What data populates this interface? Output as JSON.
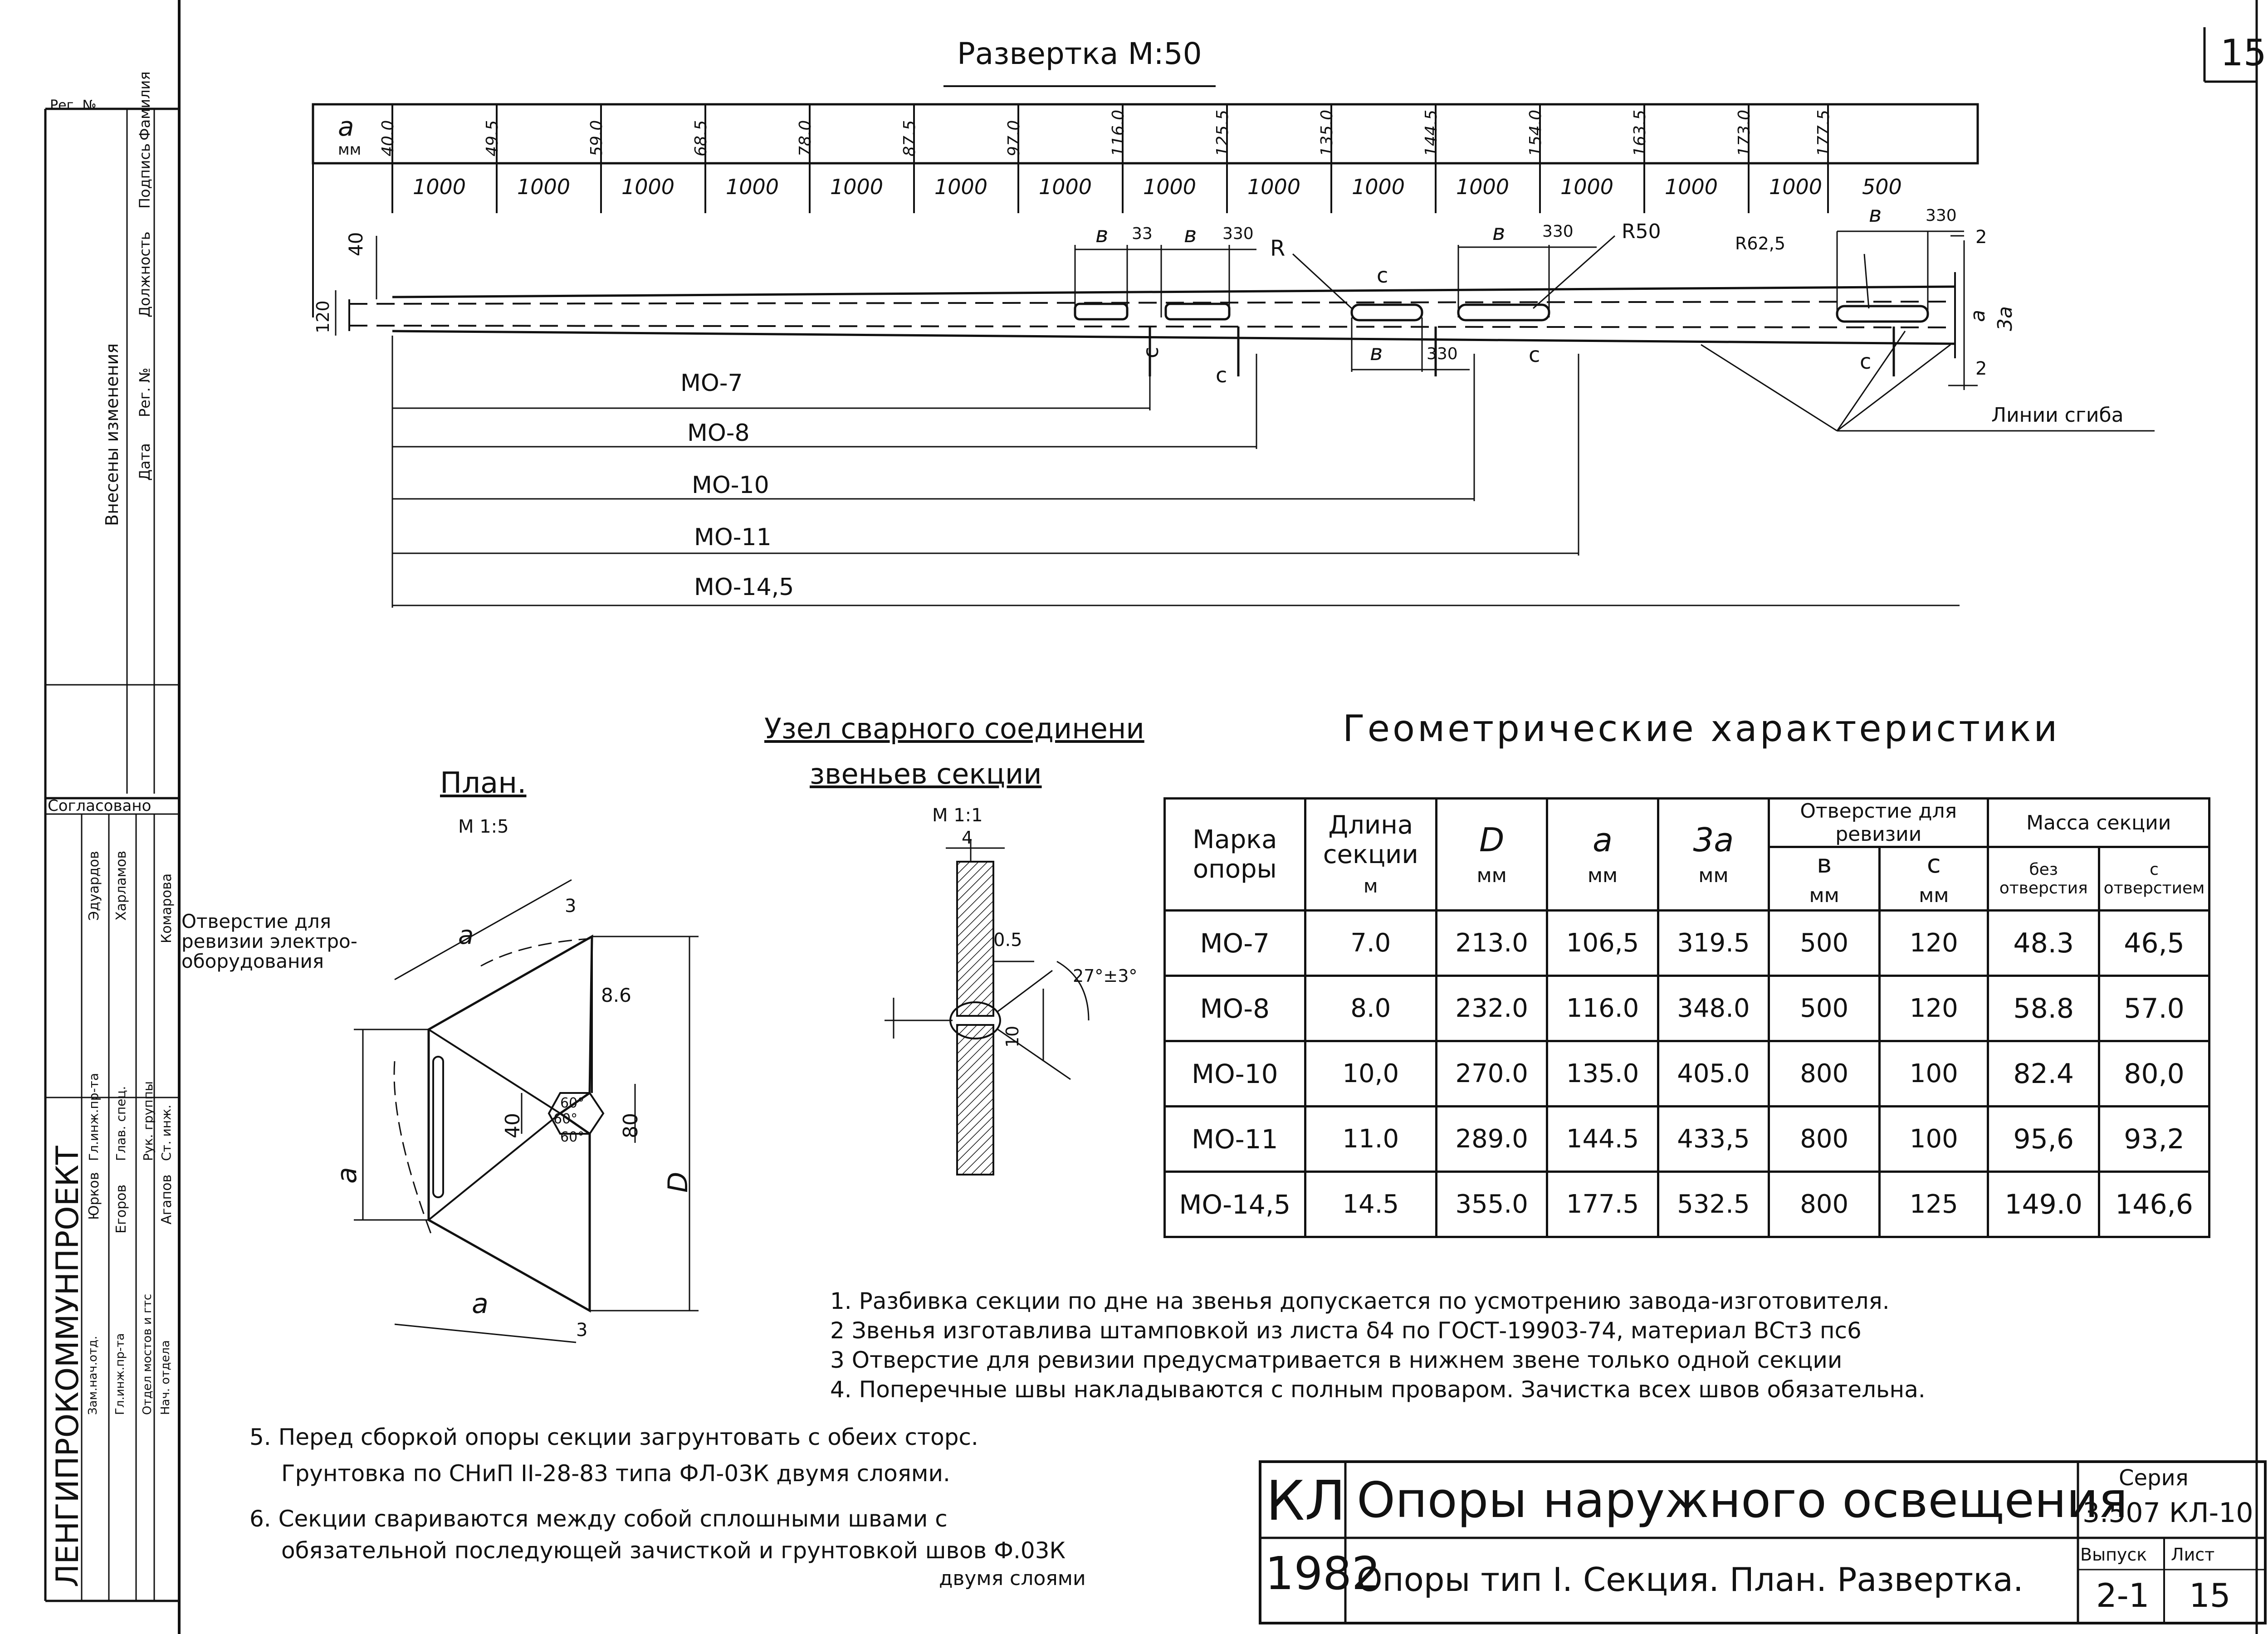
{
  "sheet_number": "15",
  "sidebar": {
    "reg_label": "Рег. №",
    "changes": "Внесены изменения",
    "date": "Дата",
    "reg_no": "Рег. №",
    "position": "Должность",
    "signature": "Подпись",
    "surname": "Фамилия",
    "agreed": "Согласовано",
    "institute": "ЛЕНГИПРОКОММУНПРОЕКТ",
    "staff_roles": [
      "Гл.инж.пр-та",
      "Глав. спец.",
      "Рук. группы",
      "Ст. инж."
    ],
    "staff_names": [
      "Эдуардов",
      "Харламов",
      "Комарова"
    ],
    "staff_roles2": [
      "Зам.нач.отд.",
      "Гл.инж.пр-та",
      "Отдел мостов и гтс",
      "Нач. отдела"
    ],
    "staff_names2": [
      "Юрков",
      "Егоров",
      "Агапов"
    ]
  },
  "development": {
    "title": "Развертка М:50",
    "a_label": "a",
    "a_unit": "мм",
    "a_values": [
      "40.0",
      "49.5",
      "59.0",
      "68.5",
      "78.0",
      "87.5",
      "97.0",
      "116.0",
      "125.5",
      "135.0",
      "144.5",
      "154.0",
      "163.5",
      "173.0",
      "177.5"
    ],
    "segment_lengths": [
      "1000",
      "1000",
      "1000",
      "1000",
      "1000",
      "1000",
      "1000",
      "1000",
      "1000",
      "1000",
      "1000",
      "1000",
      "1000",
      "1000",
      "500"
    ],
    "dim_40": "40",
    "dim_120": "120",
    "dim_330": "330",
    "dim_33": "33",
    "dim_b": "в",
    "dim_R": "R",
    "dim_R50": "R50",
    "dim_R625": "R62,5",
    "dim_c": "с",
    "dim_a": "а",
    "dim_3a": "3а",
    "dim_2": "2",
    "bend_lines": "Линии сгиба",
    "mo_labels": [
      "МО-7",
      "МО-8",
      "МО-10",
      "МО-11",
      "МО-14,5"
    ]
  },
  "plan": {
    "title": "План.",
    "scale": "М 1:5",
    "opening_note": "Отверстие для ревизии электро-оборудования",
    "dim_a": "а",
    "dim_3": "3",
    "dim_86": "8.6",
    "dim_40": "40",
    "dim_80": "80",
    "dim_D": "D",
    "angle_60": "60°"
  },
  "weld": {
    "title": "Узел сварного соединени",
    "subtitle": "звеньев секции",
    "scale": "М 1:1",
    "dim_4": "4",
    "dim_05": "0.5",
    "dim_10": "10",
    "angle": "27°±3°"
  },
  "geom": {
    "title": "Геометрические характеристики",
    "headers": {
      "mark": "Марка опоры",
      "length": "Длина секции",
      "length_unit": "м",
      "D": "D",
      "a": "а",
      "3a": "3а",
      "mm": "мм",
      "opening": "Отверстие для ревизии",
      "b": "в",
      "c": "с",
      "mass": "Масса секции",
      "without": "без отверстия",
      "with": "с отверстием"
    },
    "rows": [
      [
        "МО-7",
        "7.0",
        "213.0",
        "106,5",
        "319.5",
        "500",
        "120",
        "48.3",
        "46,5"
      ],
      [
        "МО-8",
        "8.0",
        "232.0",
        "116.0",
        "348.0",
        "500",
        "120",
        "58.8",
        "57.0"
      ],
      [
        "МО-10",
        "10,0",
        "270.0",
        "135.0",
        "405.0",
        "800",
        "100",
        "82.4",
        "80,0"
      ],
      [
        "МО-11",
        "11.0",
        "289.0",
        "144.5",
        "433,5",
        "800",
        "100",
        "95,6",
        "93,2"
      ],
      [
        "МО-14,5",
        "14.5",
        "355.0",
        "177.5",
        "532.5",
        "800",
        "125",
        "149.0",
        "146,6"
      ]
    ]
  },
  "notes": [
    "1. Разбивка секции по дне на звенья допускается по усмотрению завода-изготовителя.",
    "2 Звенья изготавлива штамповкой из листа δ4 по ГОСТ-19903-74, материал ВСт3 пс6",
    "3 Отверстие для ревизии предусматривается в нижнем звене только одной секции",
    "4. Поперечные швы накладываются с полным проваром. Зачистка всех швов обязательна.",
    "5. Перед сборкой опоры секции загрунтовать с обеих сторс.",
    "Грунтовка по СНиП II-28-83 типа ФЛ-03К двумя слоями.",
    "6. Секции свариваются между собой сплошными швами с",
    "обязательной последующей зачисткой и грунтовкой швов Ф.03К",
    "двумя слоями"
  ],
  "stamp": {
    "code": "КЛ",
    "year": "1982",
    "title": "Опоры наружного освещения",
    "subtitle": "Опоры тип I. Секция. План. Развертка.",
    "series_label": "Серия",
    "series": "3.507 КЛ-10",
    "issue_label": "Выпуск",
    "issue": "2-1",
    "sheet_label": "Лист",
    "sheet": "15"
  }
}
